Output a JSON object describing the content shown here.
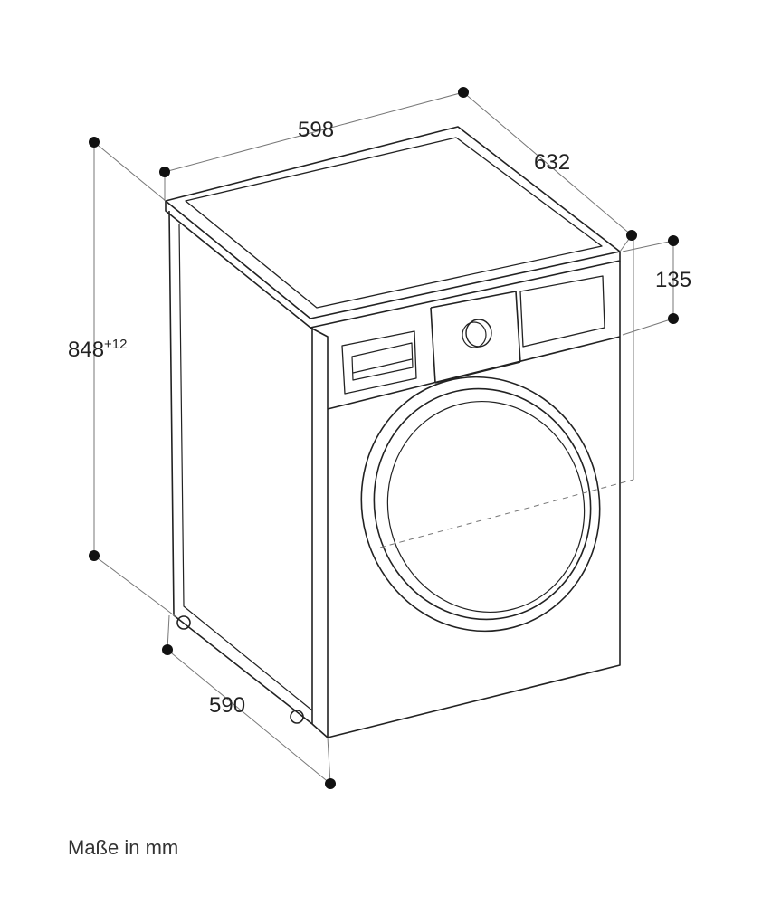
{
  "dimensions": {
    "width": "598",
    "depth_total": "632",
    "height": "848",
    "height_tolerance": "+12",
    "panel_height": "135",
    "depth_body": "590"
  },
  "caption": "Maße in mm"
}
